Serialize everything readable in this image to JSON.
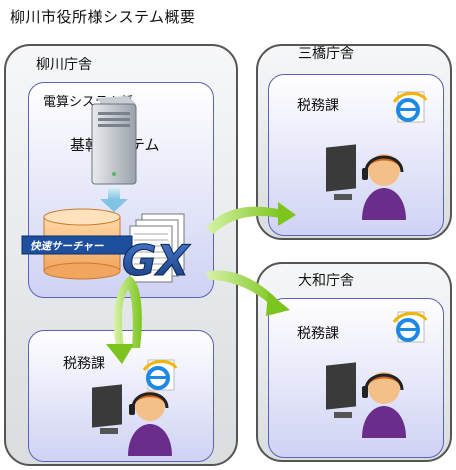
{
  "title": "柳川市役所様システム概要",
  "offices": {
    "yanagawa": {
      "label": "柳川庁舎",
      "dept_label": "電算システム係",
      "server_label": "基幹システム",
      "search_label": "快速サーチャー",
      "gx_label": "GX",
      "tax_label": "税務課"
    },
    "mitsuhashi": {
      "label": "三橋庁舎",
      "tax_label": "税務課"
    },
    "yamato": {
      "label": "大和庁舎",
      "tax_label": "税務課"
    }
  },
  "icons": [
    "server-icon",
    "database-icon",
    "document-stack-icon",
    "ie-icon",
    "operator-icon"
  ],
  "colors": {
    "arrow_green": "#8ed02a",
    "inner_border": "#5b62b8",
    "gx_blue": "#1f4d9a",
    "operator_purple": "#6b2d8c"
  }
}
